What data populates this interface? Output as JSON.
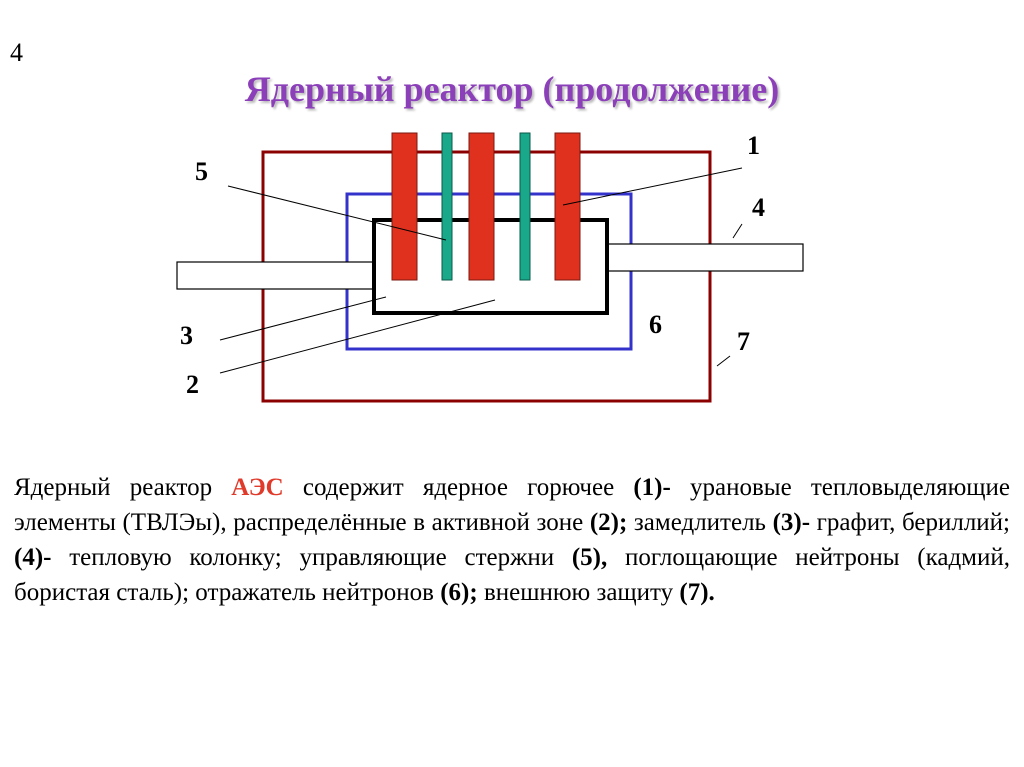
{
  "slide": {
    "number": "4",
    "title": "Ядерный реактор (продолжение)"
  },
  "diagram": {
    "labels": {
      "l1": "1",
      "l2": "2",
      "l3": "3",
      "l4": "4",
      "l5": "5",
      "l6": "6",
      "l7": "7"
    },
    "colors": {
      "outer_protection": "#8b0000",
      "reflector": "#3333cc",
      "core": "#000000",
      "fuel_rods": "#e0301e",
      "control_rods": "#1aa88a",
      "thermal_column": "#ffffff"
    }
  },
  "text": {
    "p1": "Ядерный реактор ",
    "p1_accent": "АЭС",
    "p2": " содержит ядерное горючее ",
    "p2_b": "(1)-",
    "p3": " урановые тепловыделяющие элементы (ТВЛЭы), распределённые в активной зоне ",
    "p3_b": "(2);",
    "p4": " замедлитель ",
    "p4_b": "(3)-",
    "p5": " графит, бериллий;  ",
    "p5_b": "(4)-",
    "p6": " тепловую колонку; управляющие стержни ",
    "p6_b": "(5),",
    "p7": " поглощающие нейтроны (кадмий, бористая сталь); отражатель нейтронов ",
    "p7_b": "(6);",
    "p8": " внешнюю защиту ",
    "p8_b": "(7)."
  }
}
